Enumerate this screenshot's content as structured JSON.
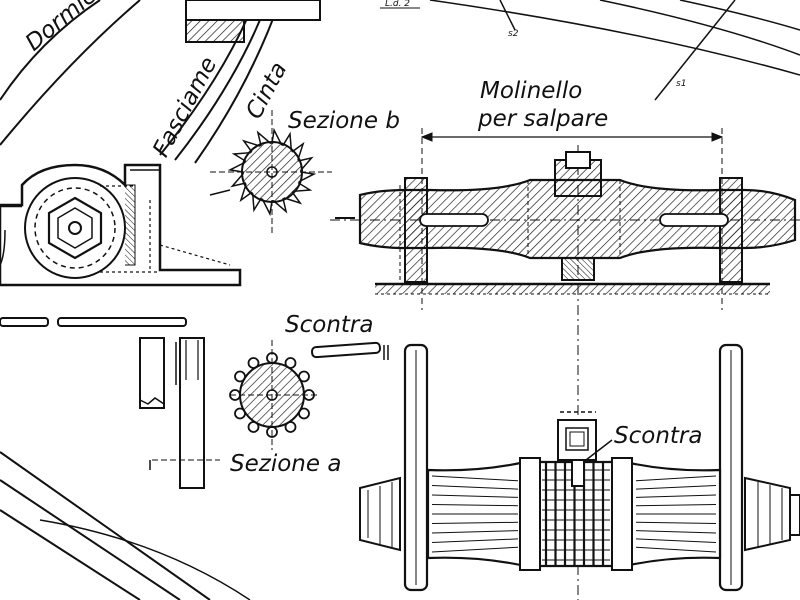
{
  "labels": {
    "dormienti": "Dormien",
    "fasciame": "Fasciame",
    "cinta": "Cinta",
    "sezione_b": "Sezione  b",
    "molinello_line1": "Molinello",
    "molinello_line2": "per salpare",
    "scontra_left": "Scontra",
    "scontra_right": "Scontra",
    "sezione_a": "Sezione a",
    "top_ref": "L.d. 2",
    "ref_s2": "s2",
    "ref_s1": "s1"
  },
  "colors": {
    "ink": "#111111",
    "paper": "#ffffff"
  }
}
